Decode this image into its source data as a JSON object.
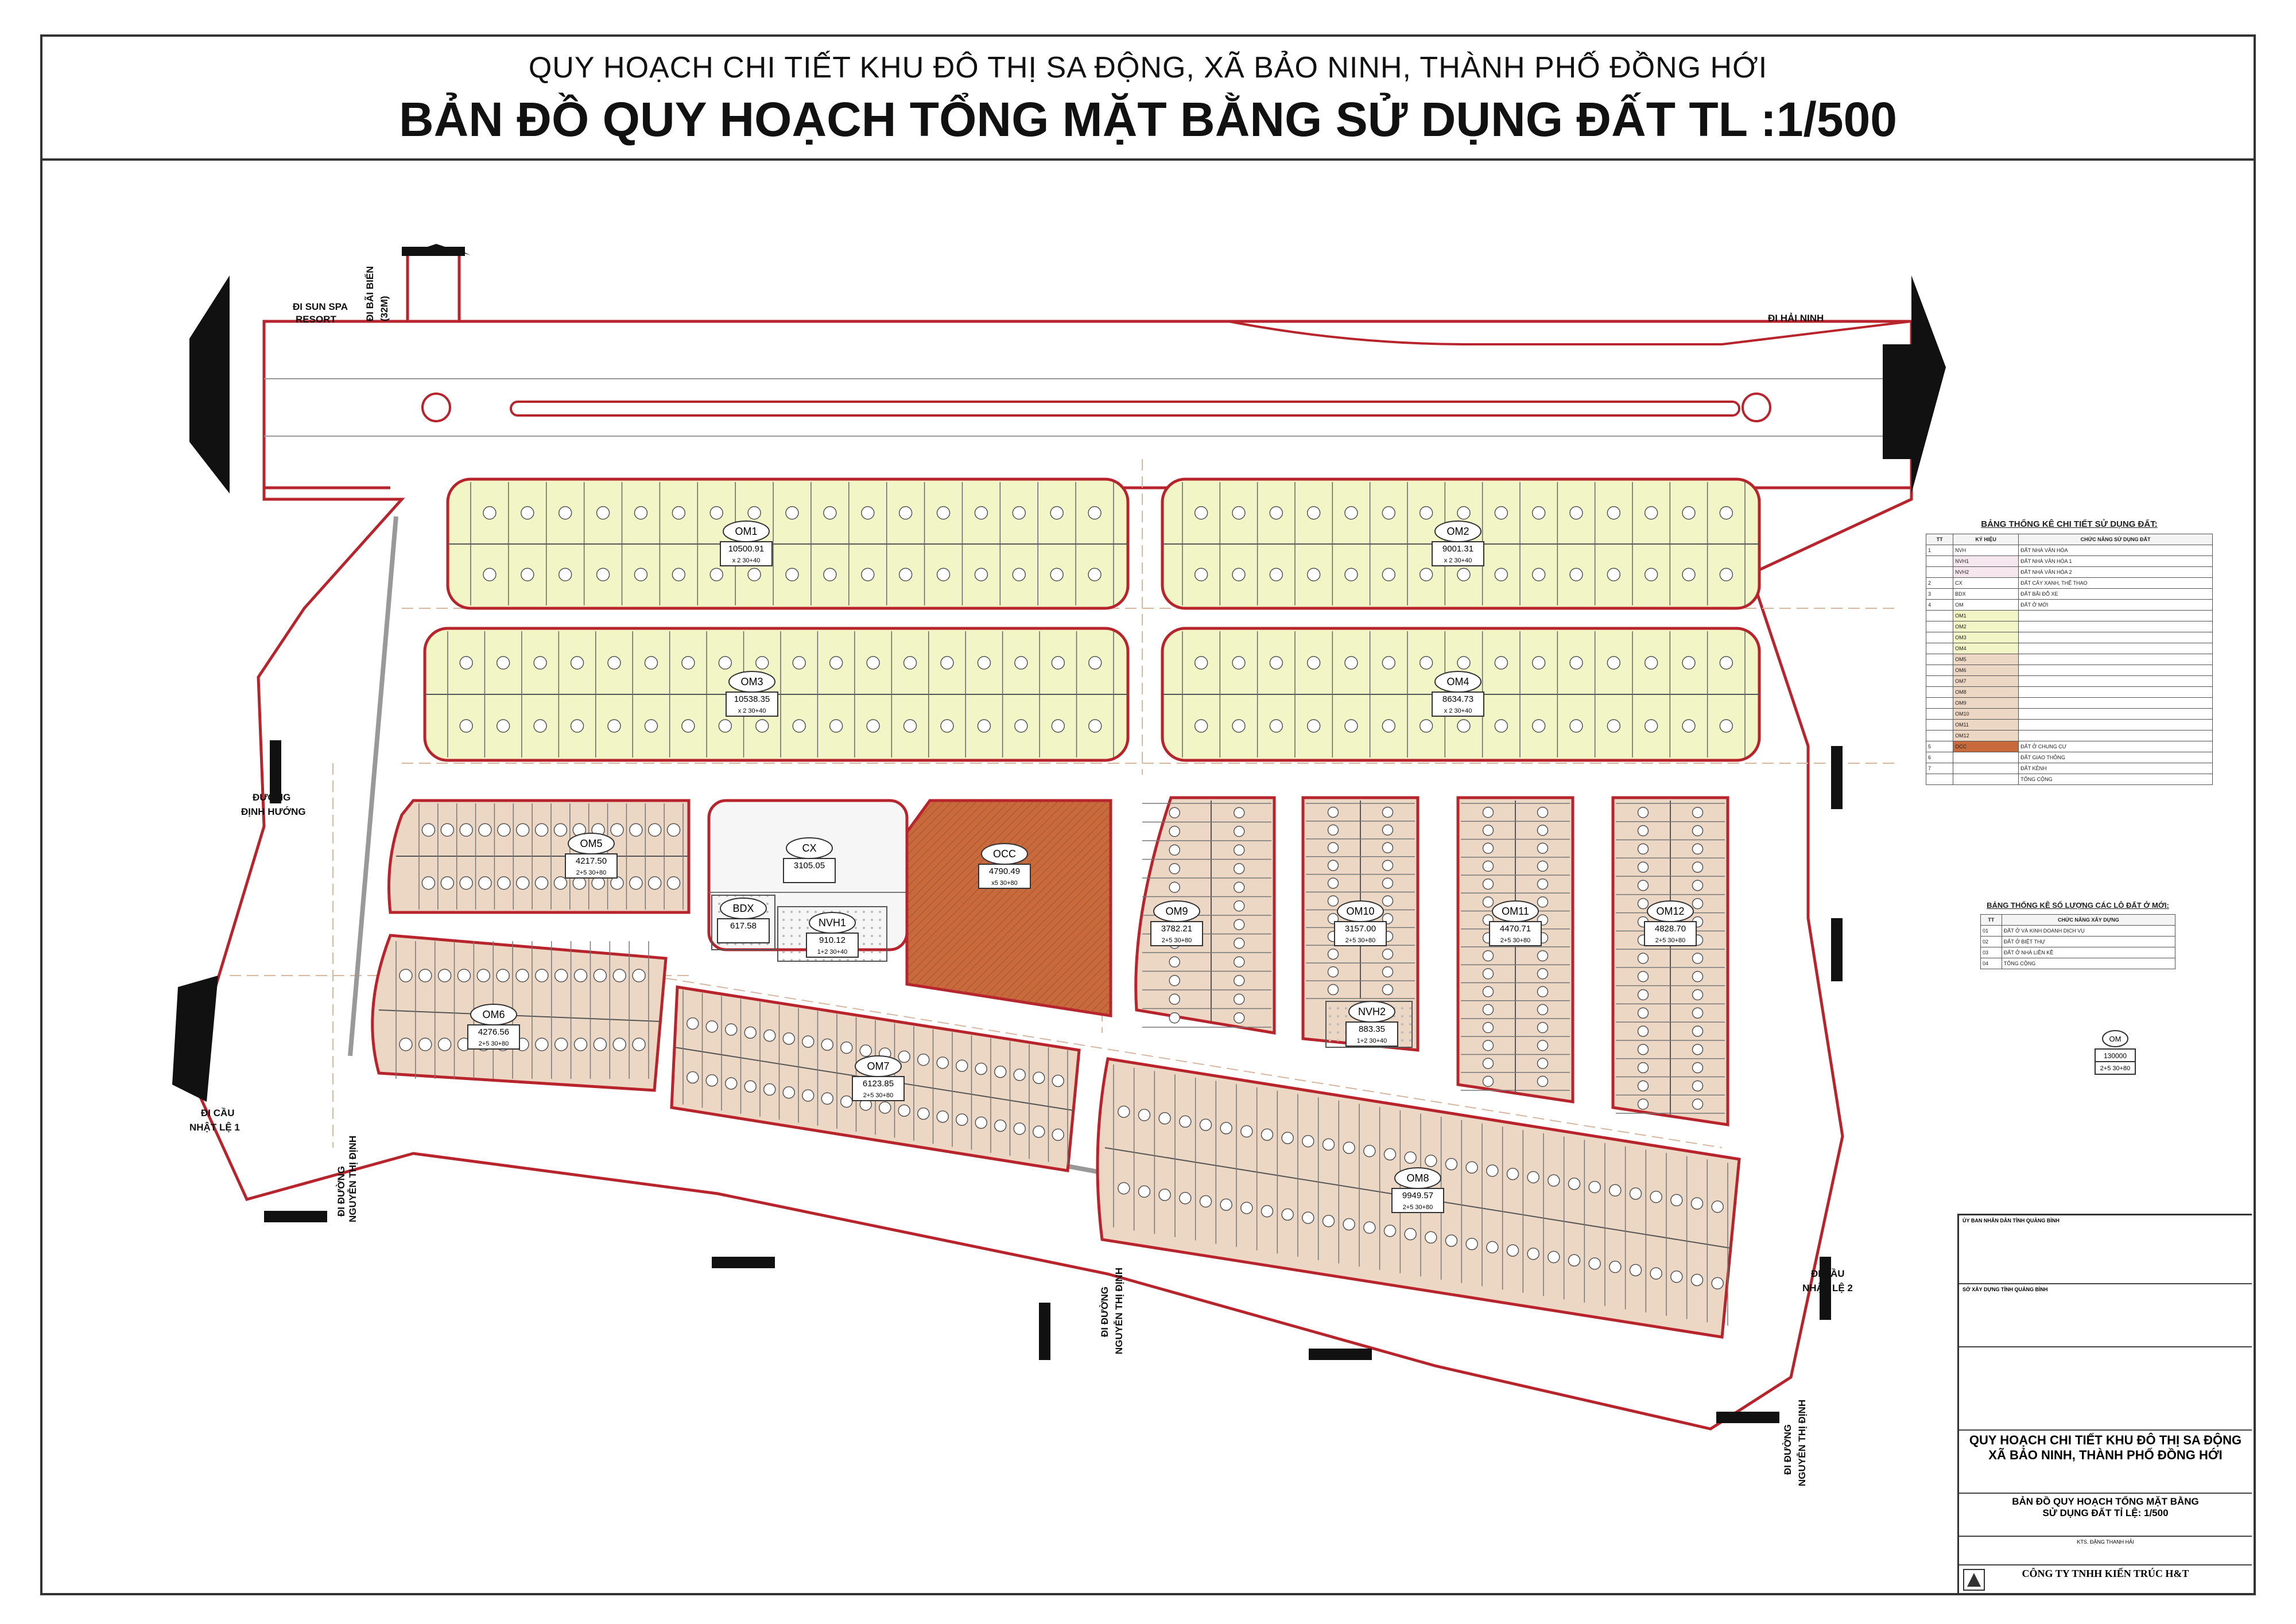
{
  "header": {
    "subtitle": "QUY HOẠCH CHI TIẾT KHU ĐÔ THỊ SA ĐỘNG, XÃ BẢO NINH, THÀNH PHỐ ĐỒNG HỚI",
    "title": "BẢN ĐỒ QUY HOẠCH TỔNG MẶT BẰNG SỬ DỤNG ĐẤT TL :1/500"
  },
  "directions": {
    "sun_spa_1": "ĐI SUN SPA",
    "sun_spa_2": "RESORT",
    "bai_bien_1": "ĐI BÃI BIỂN",
    "bai_bien_2": "(32M)",
    "hai_ninh": "ĐI HẢI NINH",
    "dinh_huong_1": "ĐƯỜNG",
    "dinh_huong_2": "ĐỊNH HƯỚNG",
    "cau_le1_1": "ĐI CẦU",
    "cau_le1_2": "NHẬT LỆ 1",
    "ntd_1a": "ĐI ĐƯỜNG",
    "ntd_1b": "NGUYỄN THỊ ĐỊNH",
    "ntd_2a": "ĐI ĐƯỜNG",
    "ntd_2b": "NGUYỄN THỊ ĐỊNH",
    "cau_le2_1": "ĐI CẦU",
    "cau_le2_2": "NHẬT LỆ 2",
    "ntd_3a": "ĐI ĐƯỜNG",
    "ntd_3b": "NGUYỄN THỊ ĐỊNH"
  },
  "blocks": [
    {
      "code": "OM1",
      "area": "10500.91",
      "note": "x 2 30+40"
    },
    {
      "code": "OM2",
      "area": "9001.31",
      "note": "x 2 30+40"
    },
    {
      "code": "OM3",
      "area": "10538.35",
      "note": "x 2 30+40"
    },
    {
      "code": "OM4",
      "area": "8634.73",
      "note": "x 2 30+40"
    },
    {
      "code": "OM5",
      "area": "4217.50",
      "note": "2+5 30+80"
    },
    {
      "code": "OM6",
      "area": "4276.56",
      "note": "2+5 30+80"
    },
    {
      "code": "OM7",
      "area": "6123.85",
      "note": "2+5 30+80"
    },
    {
      "code": "OM8",
      "area": "9949.57",
      "note": "2+5 30+80"
    },
    {
      "code": "OM9",
      "area": "3782.21",
      "note": "2+5 30+80"
    },
    {
      "code": "OM10",
      "area": "3157.00",
      "note": "2+5 30+80"
    },
    {
      "code": "OM11",
      "area": "4470.71",
      "note": "2+5 30+80"
    },
    {
      "code": "OM12",
      "area": "4828.70",
      "note": "2+5 30+80"
    },
    {
      "code": "CX",
      "area": "3105.05",
      "note": ""
    },
    {
      "code": "OCC",
      "area": "4790.49",
      "note": "x5 30+80"
    },
    {
      "code": "BDX",
      "area": "617.58",
      "note": ""
    },
    {
      "code": "NVH1",
      "area": "910.12",
      "note": "1+2 30+40"
    },
    {
      "code": "NVH2",
      "area": "883.35",
      "note": "1+2 30+40"
    }
  ],
  "landuse_table": {
    "title": "BẢNG THỐNG KÊ CHI TIẾT SỬ DỤNG ĐẤT:",
    "headers": [
      "TT",
      "KÝ HIỆU",
      "CHỨC NĂNG SỬ DỤNG ĐẤT"
    ],
    "rows": [
      [
        "1",
        "NVH",
        "ĐẤT NHÀ VĂN HÓA"
      ],
      [
        "",
        "NVH1",
        "ĐẤT NHÀ VĂN HÓA 1"
      ],
      [
        "",
        "NVH2",
        "ĐẤT NHÀ VĂN HÓA 2"
      ],
      [
        "2",
        "CX",
        "ĐẤT CÂY XANH, THỂ THAO"
      ],
      [
        "3",
        "BDX",
        "ĐẤT BÃI ĐỖ XE"
      ],
      [
        "4",
        "OM",
        "ĐẤT Ở MỚI"
      ],
      [
        "",
        "OM1",
        ""
      ],
      [
        "",
        "OM2",
        ""
      ],
      [
        "",
        "OM3",
        ""
      ],
      [
        "",
        "OM4",
        ""
      ],
      [
        "",
        "OM5",
        ""
      ],
      [
        "",
        "OM6",
        ""
      ],
      [
        "",
        "OM7",
        ""
      ],
      [
        "",
        "OM8",
        ""
      ],
      [
        "",
        "OM9",
        ""
      ],
      [
        "",
        "OM10",
        ""
      ],
      [
        "",
        "OM11",
        ""
      ],
      [
        "",
        "OM12",
        ""
      ],
      [
        "5",
        "OCC",
        "ĐẤT Ở CHUNG CƯ"
      ],
      [
        "6",
        "",
        "ĐẤT GIAO THÔNG"
      ],
      [
        "7",
        "",
        "ĐẤT KÊNH"
      ],
      [
        "",
        "",
        "TỔNG CỘNG"
      ]
    ]
  },
  "lot_table": {
    "title": "BẢNG THỐNG KÊ SỐ LƯỢNG CÁC LÔ ĐẤT Ở MỚI:",
    "headers": [
      "TT",
      "CHỨC NĂNG XÂY DỰNG"
    ],
    "rows": [
      [
        "01",
        "ĐẤT Ở VÀ KINH DOANH DỊCH VỤ"
      ],
      [
        "02",
        "ĐẤT Ở BIỆT THỰ"
      ],
      [
        "03",
        "ĐẤT Ở NHÀ LIỀN KỀ"
      ],
      [
        "04",
        "TỔNG CỘNG"
      ]
    ]
  },
  "legend_om": {
    "code": "OM",
    "value": "130000",
    "note": "2+5 30+80"
  },
  "title_block": {
    "owner": "ỦY BAN NHÂN DÂN TỈNH QUẢNG BÌNH",
    "approver": "SỞ XÂY DỰNG TỈNH QUẢNG BÌNH",
    "project_line1": "QUY HOẠCH CHI TIẾT KHU ĐÔ THỊ SA ĐỘNG",
    "project_line2": "XÃ BẢO NINH, THÀNH PHỐ ĐỒNG HỚI",
    "drawing_line1": "BẢN ĐỒ QUY HOẠCH TỔNG MẶT BẰNG",
    "drawing_line2": "SỬ DỤNG ĐẤT TỈ LỆ: 1/500",
    "director": "KTS. ĐẶNG THANH HẢI",
    "company": "CÔNG TY TNHH KIẾN TRÚC H&T"
  },
  "colors": {
    "single_lot": "#f2f5c6",
    "townhouse": "#ecd7c4",
    "apartment": "#c86a3c",
    "green": "#f6f6f6",
    "road_edge": "#b8242c"
  }
}
